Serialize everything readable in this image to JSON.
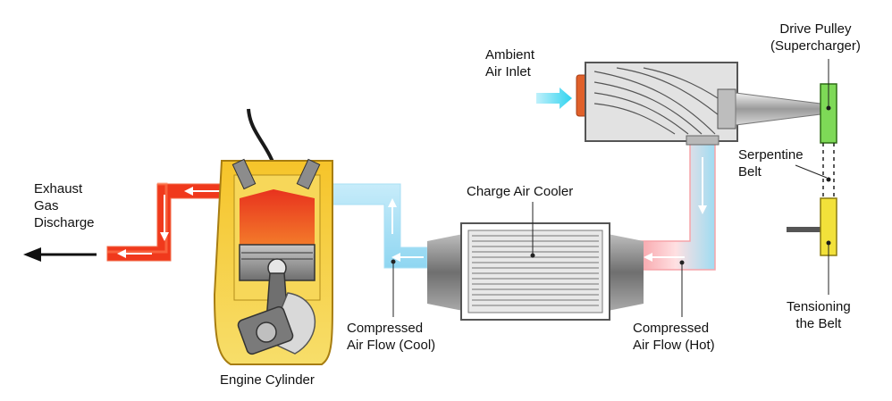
{
  "labels": {
    "exhaust": [
      "Exhaust",
      "Gas",
      "Discharge"
    ],
    "engine": "Engine Cylinder",
    "cool_flow": [
      "Compressed",
      "Air Flow (Cool)"
    ],
    "cooler": "Charge Air Cooler",
    "hot_flow": [
      "Compressed",
      "Air Flow (Hot)"
    ],
    "ambient": [
      "Ambient",
      "Air Inlet"
    ],
    "pulley": [
      "Drive Pulley",
      "(Supercharger)"
    ],
    "belt": [
      "Serpentine",
      "Belt"
    ],
    "tension": [
      "Tensioning",
      "the Belt"
    ]
  },
  "colors": {
    "exhaust_red": "#f0391c",
    "cool_blue": "#9fdcf3",
    "hot_pink": "#f7a2a8",
    "cylinder_gold": "#f4c329",
    "pulley_green": "#7ed957",
    "tensioner_yellow": "#f2e13a",
    "housing_gray": "#d9d9d9"
  },
  "icons": [
    "arrow-left-icon",
    "arrow-up-icon",
    "arrow-down-icon",
    "arrow-right-icon"
  ]
}
